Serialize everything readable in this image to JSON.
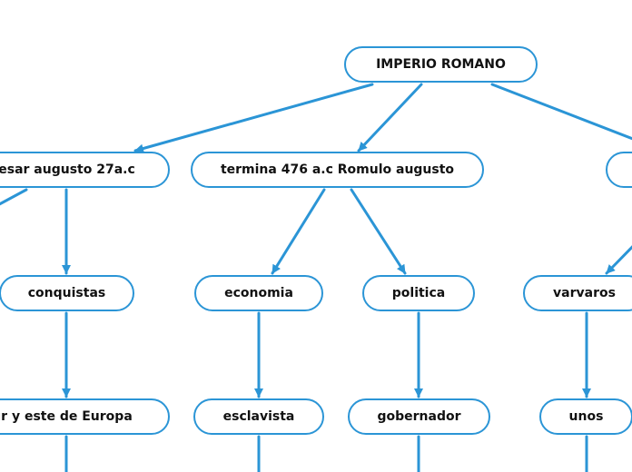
{
  "diagram": {
    "colors": {
      "line": "#2b95d6",
      "node_border": "#2b95d6",
      "text": "#111111"
    },
    "nodes": {
      "root": "IMPERIO ROMANO",
      "cesar": "esar augusto 27a.c",
      "termina": "termina 476 a.c Romulo augusto",
      "right": "",
      "conquistas": "conquistas",
      "economia": "economia",
      "politica": "politica",
      "varvaros": "varvaros",
      "sur": "ur y este de Europa",
      "esclavista": "esclavista",
      "gobernador": "gobernador",
      "unos": "unos"
    }
  }
}
